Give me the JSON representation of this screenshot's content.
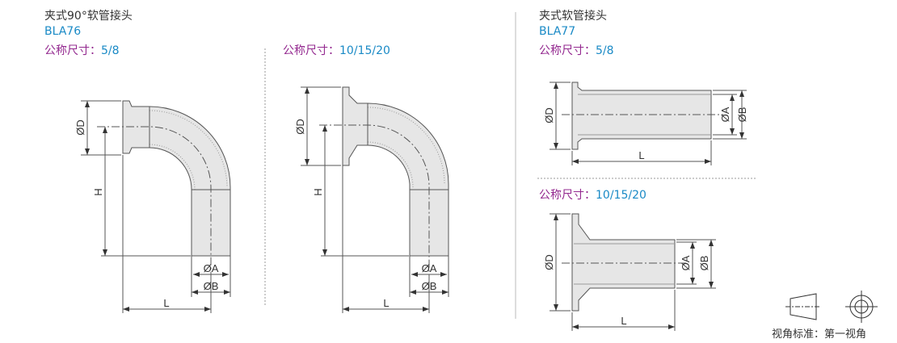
{
  "left": {
    "title": "夹式90°软管接头",
    "code": "BLA76",
    "size_label": "公称尺寸：",
    "variants": [
      {
        "size": "5/8"
      },
      {
        "size": "10/15/20"
      }
    ]
  },
  "right": {
    "title": "夹式软管接头",
    "code": "BLA77",
    "size_label": "公称尺寸：",
    "variants": [
      {
        "size": "5/8"
      },
      {
        "size": "10/15/20"
      }
    ]
  },
  "dims": {
    "D": "ØD",
    "H": "H",
    "L": "L",
    "A": "ØA",
    "B": "ØB"
  },
  "legend": {
    "label": "视角标准：",
    "value": "第一视角"
  },
  "colors": {
    "title": "#333333",
    "code": "#1a8ac6",
    "label": "#93288f",
    "fill": "#e6e6e6"
  }
}
